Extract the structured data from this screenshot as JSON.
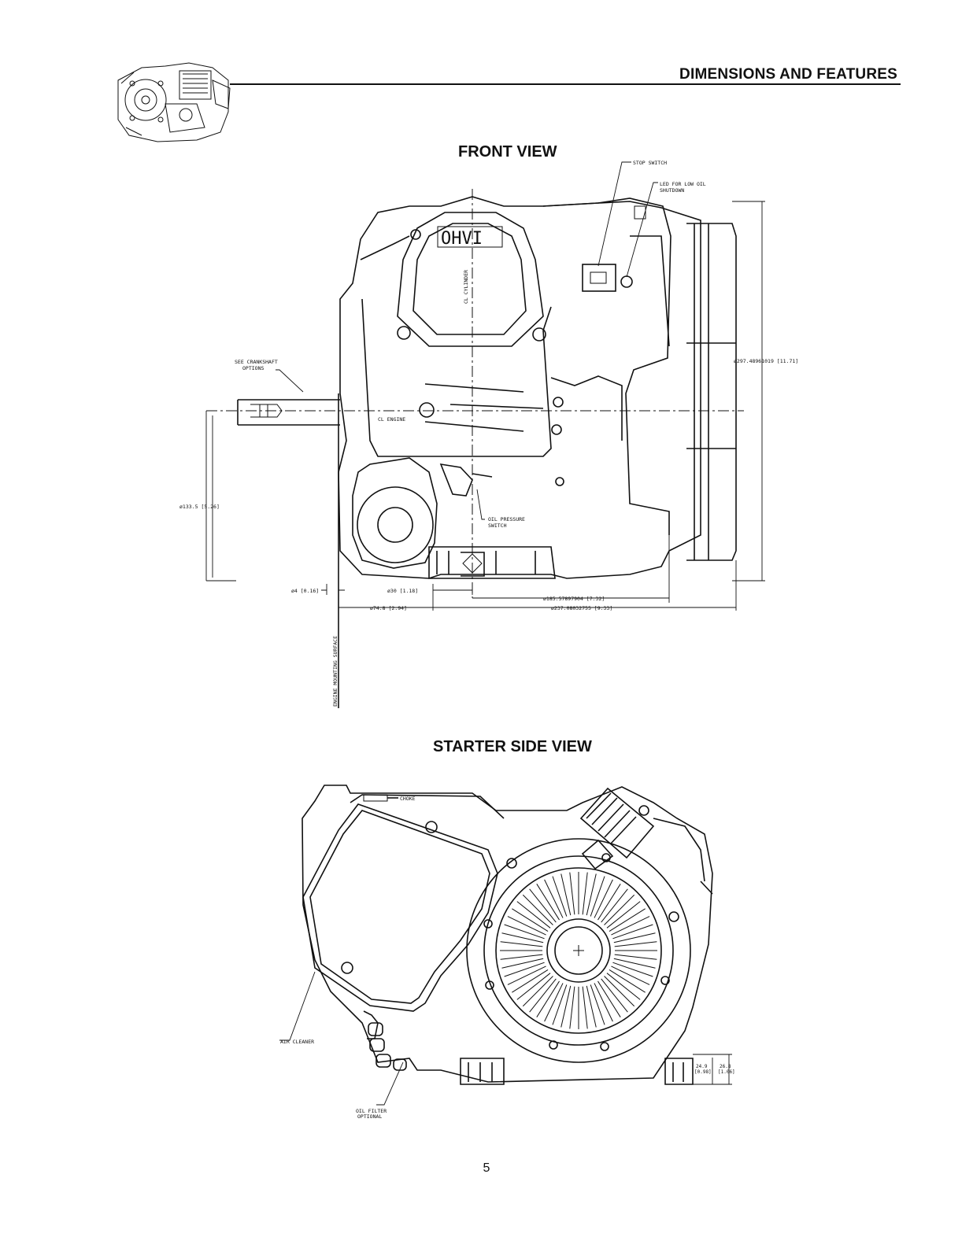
{
  "header": {
    "title": "DIMENSIONS AND FEATURES"
  },
  "front_view": {
    "title": "FRONT VIEW",
    "labels": {
      "stop_switch": "STOP SWITCH",
      "led_line1": "LED FOR LOW OIL",
      "led_line2": "SHUTDOWN",
      "ohvi": "OHVI",
      "cylinder_cl": "CL CYLINDER",
      "engine_cl": "CL ENGINE",
      "crank_line1": "SEE CRANKSHAFT",
      "crank_line2": "OPTIONS",
      "oil_pressure_line1": "OIL PRESSURE",
      "oil_pressure_line2": "SWITCH",
      "mounting_surface": "ENGINE MOUNTING SURFACE"
    },
    "dimensions": {
      "height_right": "ø297.48961019 [11.71]",
      "height_left": "ø133.5 [5.26]",
      "d4": "ø4 [0.16]",
      "d30": "ø30 [1.18]",
      "d185": "ø185.57897904 [7.32]",
      "d74": "ø74.8 [2.94]",
      "d237": "ø237.08032755 [9.33]"
    }
  },
  "side_view": {
    "title": "STARTER SIDE VIEW",
    "labels": {
      "choke": "CHOKE",
      "air_cleaner": "AIR CLEANER",
      "oil_filter_line1": "OIL FILTER",
      "oil_filter_line2": "OPTIONAL"
    },
    "dimensions": {
      "d249_line1": "24.9",
      "d249_line2": "[0.98]",
      "d268_line1": "26.8",
      "d268_line2": "[1.06]"
    }
  },
  "footer": {
    "page_number": "5"
  }
}
